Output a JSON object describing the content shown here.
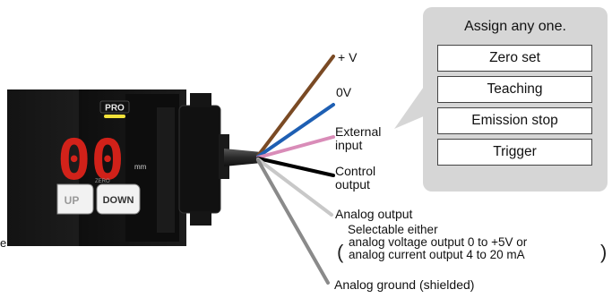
{
  "sensor": {
    "badge": "PRO",
    "display": "00",
    "unit": "mm",
    "zero_label": "ZERO",
    "up_label": "UP",
    "down_label": "DOWN",
    "edge_letter": "e"
  },
  "wires": [
    {
      "label": "+ V",
      "color": "#7a4a24"
    },
    {
      "label": "0V",
      "color": "#1e5fb3"
    },
    {
      "label_lines": [
        "External",
        "input"
      ],
      "color": "#d98cb8"
    },
    {
      "label_lines": [
        "Control",
        "output"
      ],
      "color": "#000000"
    },
    {
      "label": "Analog output",
      "color": "#c8c8c8"
    },
    {
      "label": "Analog ground (shielded)",
      "color": "#8a8a8a"
    }
  ],
  "analog_note": {
    "line1": "Selectable either",
    "line2": "analog voltage output 0 to +5V or",
    "line3": "analog current output 4 to 20 mA"
  },
  "callout": {
    "title": "Assign any one.",
    "options": [
      "Zero set",
      "Teaching",
      "Emission stop",
      "Trigger"
    ]
  }
}
